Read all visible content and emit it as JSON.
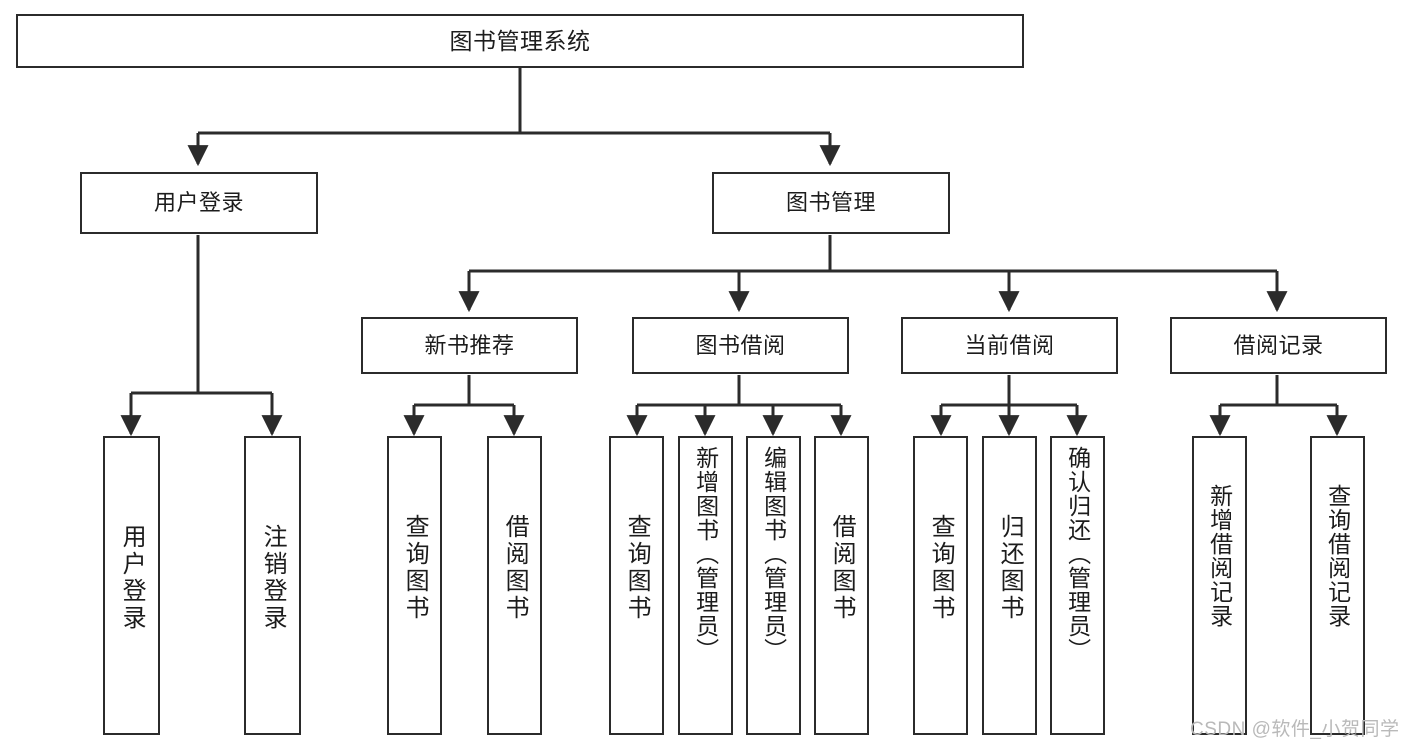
{
  "diagram": {
    "title": "图书管理系统",
    "type": "hierarchy-tree",
    "colors": {
      "stroke": "#2b2b2b",
      "fill": "#ffffff",
      "text": "#1c1c1c",
      "watermark": "#b9b9b9"
    },
    "levels": {
      "root": {
        "label": "图书管理系统"
      },
      "level2": [
        {
          "label": "用户登录"
        },
        {
          "label": "图书管理"
        }
      ],
      "level3": [
        {
          "label": "新书推荐"
        },
        {
          "label": "图书借阅"
        },
        {
          "label": "当前借阅"
        },
        {
          "label": "借阅记录"
        }
      ],
      "leaves": {
        "user_login": [
          {
            "label": "用户登录"
          },
          {
            "label": "注销登录"
          }
        ],
        "new_book_recommend": [
          {
            "label": "查询图书"
          },
          {
            "label": "借阅图书"
          }
        ],
        "book_borrow": [
          {
            "label": "查询图书"
          },
          {
            "label": "新增图书（管理员）"
          },
          {
            "label": "编辑图书（管理员）"
          },
          {
            "label": "借阅图书"
          }
        ],
        "current_borrow": [
          {
            "label": "查询图书"
          },
          {
            "label": "归还图书"
          },
          {
            "label": "确认归还（管理员）"
          }
        ],
        "borrow_record": [
          {
            "label": "新增借阅记录"
          },
          {
            "label": "查询借阅记录"
          }
        ]
      }
    }
  },
  "watermark": {
    "text": "CSDN @软件_小贺同学"
  }
}
